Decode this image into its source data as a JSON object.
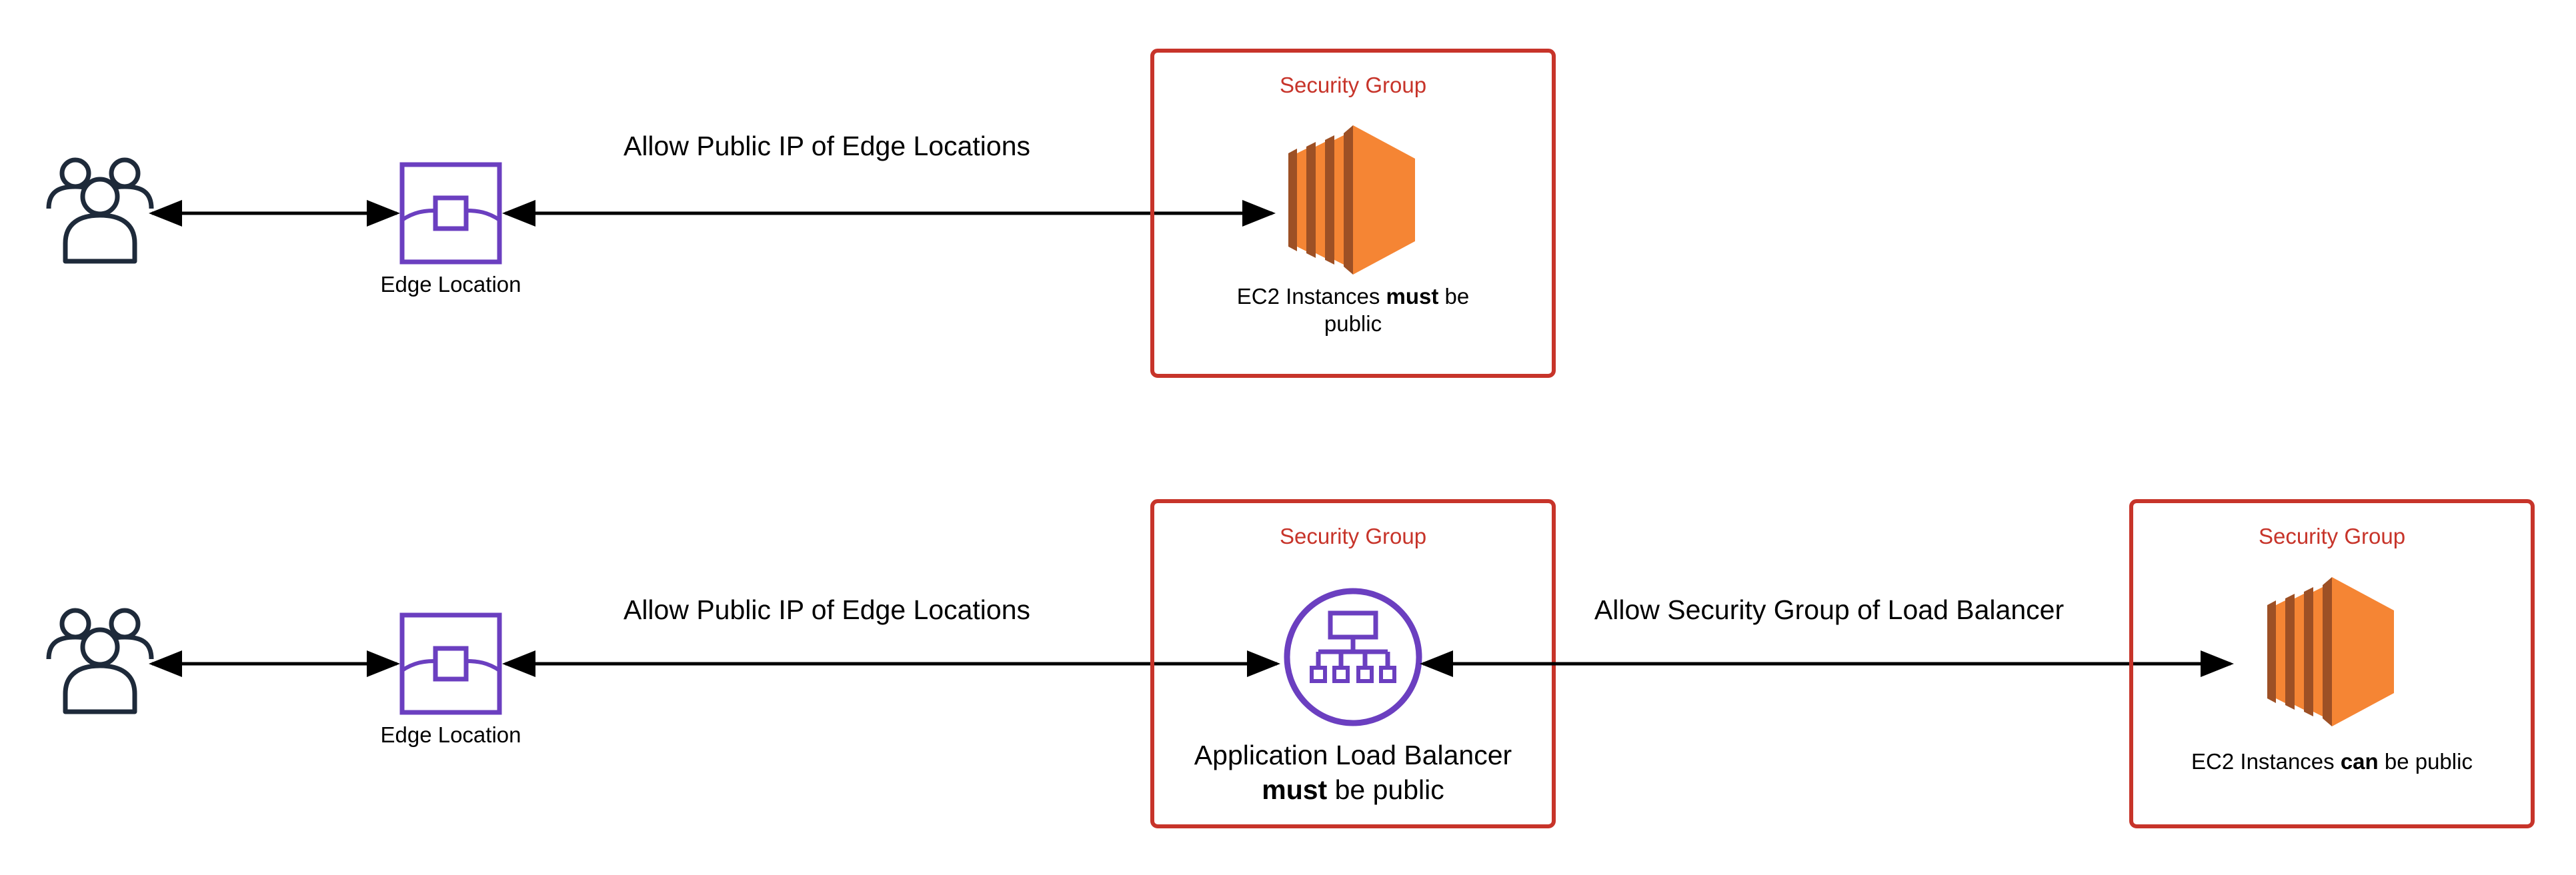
{
  "colors": {
    "security_group_border": "#c7342a",
    "security_group_text": "#c7342a",
    "edge_location": "#6b3fc0",
    "load_balancer": "#6b3fc0",
    "ec2_orange": "#f58534",
    "ec2_dark": "#9d5025",
    "users": "#1e2a3a",
    "arrow": "#000000"
  },
  "top_row": {
    "users_icon": "users-icon",
    "edge_location_label": "Edge Location",
    "connection_label": "Allow Public IP of Edge Locations",
    "security_group": {
      "title": "Security Group",
      "ec2_icon": "ec2-instances-icon",
      "caption_line1_pre": "EC2 Instances ",
      "caption_line1_bold": "must",
      "caption_line1_post": " be",
      "caption_line2": "public"
    }
  },
  "bottom_row": {
    "users_icon": "users-icon",
    "edge_location_label": "Edge Location",
    "connection_label": "Allow Public IP of Edge Locations",
    "alb_group": {
      "title": "Security Group",
      "alb_icon": "application-load-balancer-icon",
      "caption_line1": "Application Load Balancer",
      "caption_line2_bold": "must",
      "caption_line2_post": " be public"
    },
    "lb_connection_label": "Allow Security Group of Load Balancer",
    "ec2_group": {
      "title": "Security Group",
      "ec2_icon": "ec2-instances-icon",
      "caption_pre": "EC2 Instances ",
      "caption_bold": "can",
      "caption_post": " be public"
    }
  }
}
